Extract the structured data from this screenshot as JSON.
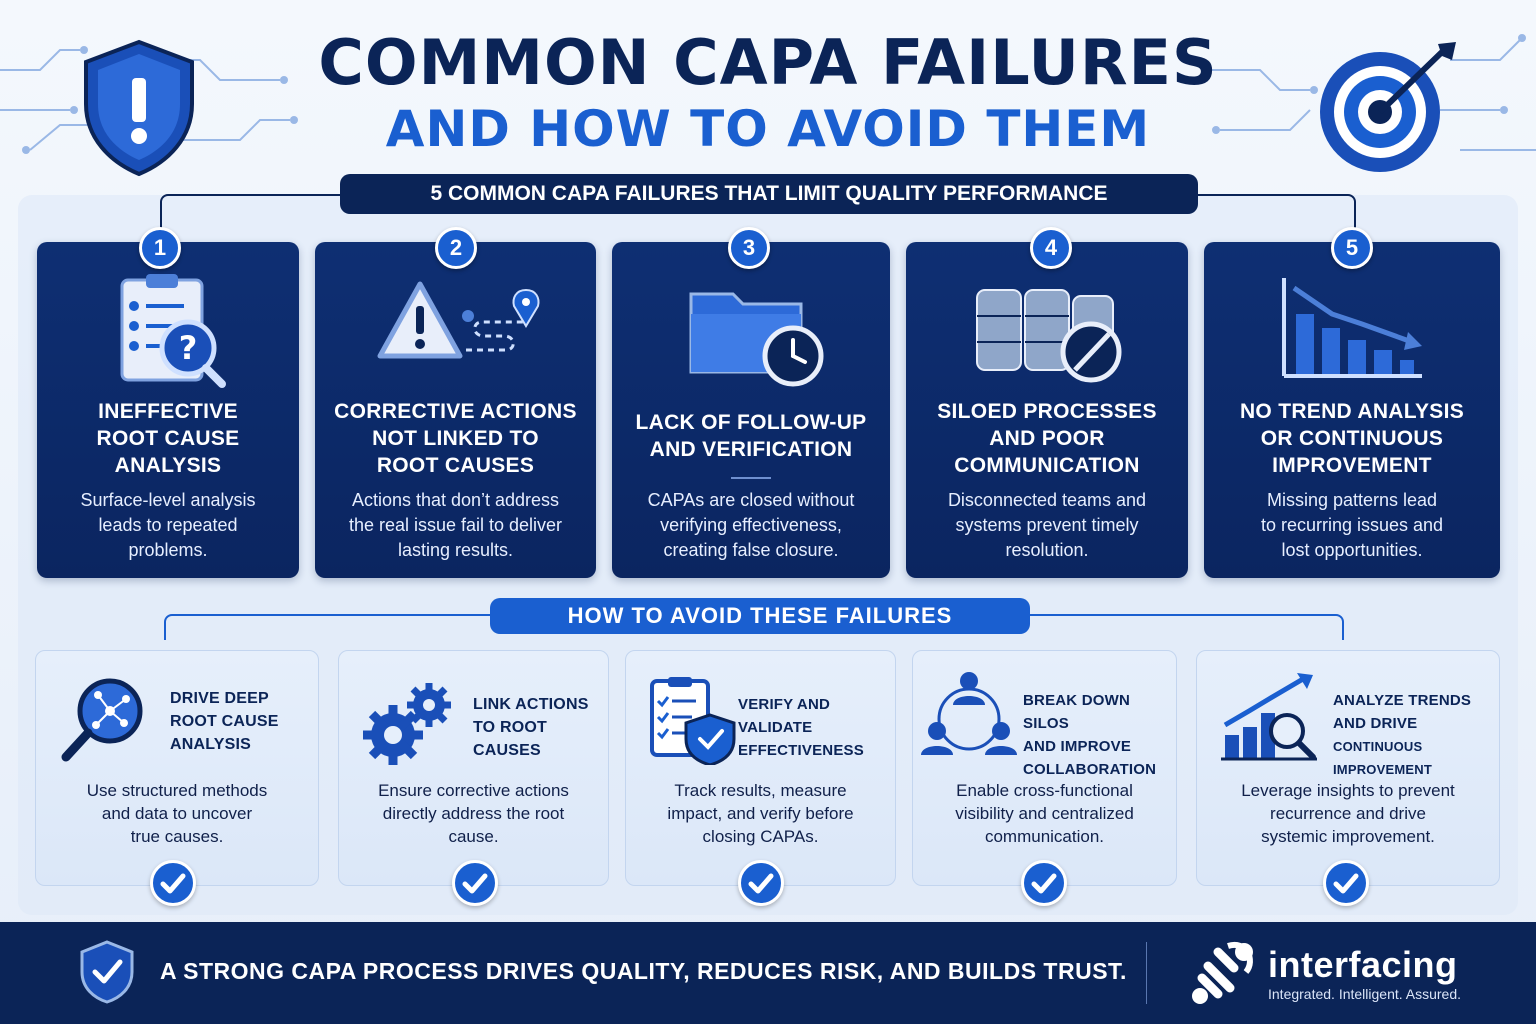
{
  "header": {
    "title_line1": "COMMON CAPA FAILURES",
    "title_line2": "AND HOW TO AVOID THEM"
  },
  "failures_banner": "5 COMMON CAPA FAILURES THAT LIMIT QUALITY PERFORMANCE",
  "failures": [
    {
      "number": "1",
      "icon": "clipboard-question-icon",
      "title_lines": [
        "INEFFECTIVE",
        "ROOT CAUSE",
        "ANALYSIS"
      ],
      "desc_lines": [
        "Surface-level analysis",
        "leads to repeated",
        "problems."
      ]
    },
    {
      "number": "2",
      "icon": "warning-path-icon",
      "title_lines": [
        "CORRECTIVE ACTIONS",
        "NOT LINKED TO",
        "ROOT CAUSES"
      ],
      "desc_lines": [
        "Actions that don’t address",
        "the real issue fail to deliver",
        "lasting results."
      ]
    },
    {
      "number": "3",
      "icon": "folder-clock-icon",
      "title_lines": [
        "LACK OF FOLLOW-UP",
        "AND VERIFICATION"
      ],
      "desc_lines": [
        "CAPAs are closed without",
        "verifying effectiveness,",
        "creating false closure."
      ]
    },
    {
      "number": "4",
      "icon": "database-blocked-icon",
      "title_lines": [
        "SILOED PROCESSES",
        "AND POOR",
        "COMMUNICATION"
      ],
      "desc_lines": [
        "Disconnected teams and",
        "systems prevent timely",
        "resolution."
      ]
    },
    {
      "number": "5",
      "icon": "declining-chart-icon",
      "title_lines": [
        "NO TREND ANALYSIS",
        "OR CONTINUOUS",
        "IMPROVEMENT"
      ],
      "desc_lines": [
        "Missing patterns lead",
        "to recurring issues and",
        "lost opportunities."
      ]
    }
  ],
  "solutions_banner": "HOW TO AVOID THESE FAILURES",
  "solutions": [
    {
      "icon": "magnifier-network-icon",
      "title_lines": [
        "DRIVE DEEP",
        "ROOT CAUSE",
        "ANALYSIS"
      ],
      "desc_lines": [
        "Use structured methods",
        "and data to uncover",
        "true causes."
      ]
    },
    {
      "icon": "gears-icon",
      "title_lines": [
        "LINK ACTIONS",
        "TO ROOT CAUSES"
      ],
      "desc_lines": [
        "Ensure corrective actions",
        "directly address the root",
        "cause."
      ]
    },
    {
      "icon": "checklist-shield-icon",
      "title_lines": [
        "VERIFY AND VALIDATE",
        "EFFECTIVENESS"
      ],
      "desc_lines": [
        "Track results, measure",
        "impact, and verify before",
        "closing CAPAs."
      ]
    },
    {
      "icon": "team-collaboration-icon",
      "title_lines": [
        "BREAK DOWN SILOS",
        "AND IMPROVE",
        "COLLABORATION"
      ],
      "desc_lines": [
        "Enable cross-functional",
        "visibility and centralized",
        "communication."
      ]
    },
    {
      "icon": "rising-chart-magnifier-icon",
      "title_lines": [
        "ANALYZE TRENDS",
        "AND DRIVE",
        "CONTINUOUS IMPROVEMENT"
      ],
      "desc_lines": [
        "Leverage insights to prevent",
        "recurrence and drive",
        "systemic improvement."
      ]
    }
  ],
  "footer": {
    "statement": "A STRONG CAPA PROCESS DRIVES QUALITY, REDUCES RISK, AND BUILDS TRUST.",
    "brand": "interfacing",
    "tagline": "Integrated. Intelligent. Assured."
  },
  "colors": {
    "navy": "#0b2457",
    "accent_blue": "#1a5fd0",
    "card_light": "#e6effb"
  }
}
